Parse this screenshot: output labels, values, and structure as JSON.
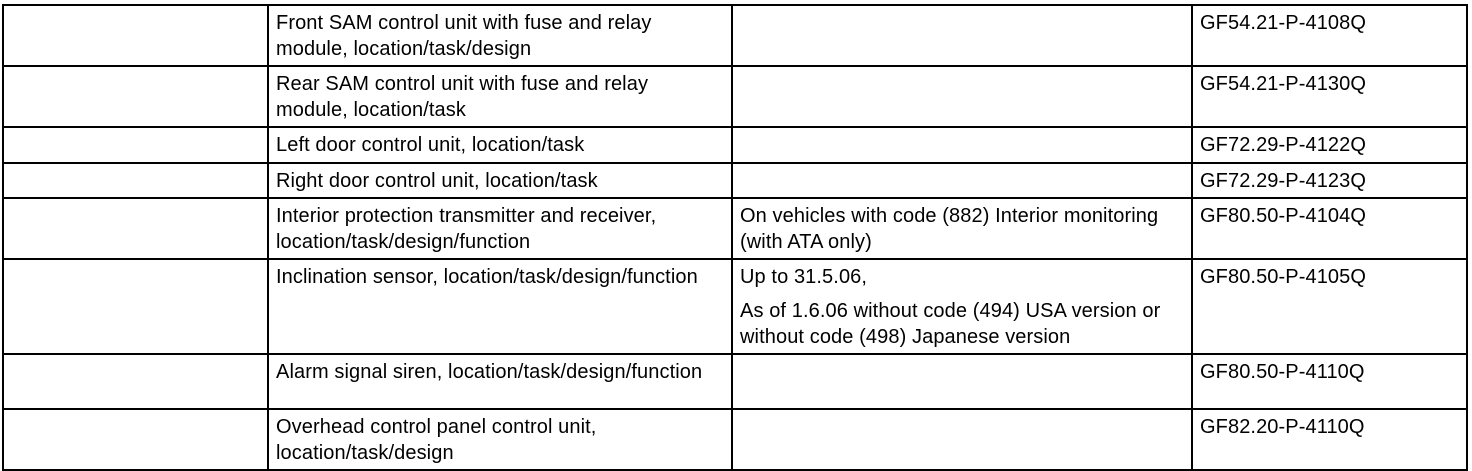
{
  "document": {
    "kind": "service-document-index-table",
    "text_color": "#000000",
    "border_color": "#000000",
    "background_color": "#ffffff"
  },
  "table": {
    "columns": [
      "",
      "description",
      "condition",
      "document_code"
    ],
    "rows": [
      {
        "description": "Front SAM control unit with fuse and relay module, location/task/design",
        "condition": [],
        "code": "GF54.21-P-4108Q"
      },
      {
        "description": "Rear SAM control unit with fuse and relay module, location/task",
        "condition": [],
        "code": "GF54.21-P-4130Q"
      },
      {
        "description": "Left door control unit, location/task",
        "condition": [],
        "code": "GF72.29-P-4122Q"
      },
      {
        "description": "Right door control unit, location/task",
        "condition": [],
        "code": "GF72.29-P-4123Q"
      },
      {
        "description": "Interior protection transmitter and receiver, location/task/design/function",
        "condition": [
          "On vehicles with code (882) Interior monitoring (with ATA only)"
        ],
        "code": "GF80.50-P-4104Q"
      },
      {
        "description": "Inclination sensor, location/task/design/function",
        "condition": [
          "Up to 31.5.06,",
          "As of 1.6.06 without code (494) USA version or without code (498) Japanese version"
        ],
        "code": "GF80.50-P-4105Q"
      },
      {
        "description": "Alarm signal siren, location/task/design/function",
        "condition": [],
        "code": "GF80.50-P-4110Q"
      },
      {
        "description": "Overhead control panel control unit, location/task/design",
        "condition": [],
        "code": "GF82.20-P-4110Q"
      }
    ]
  }
}
